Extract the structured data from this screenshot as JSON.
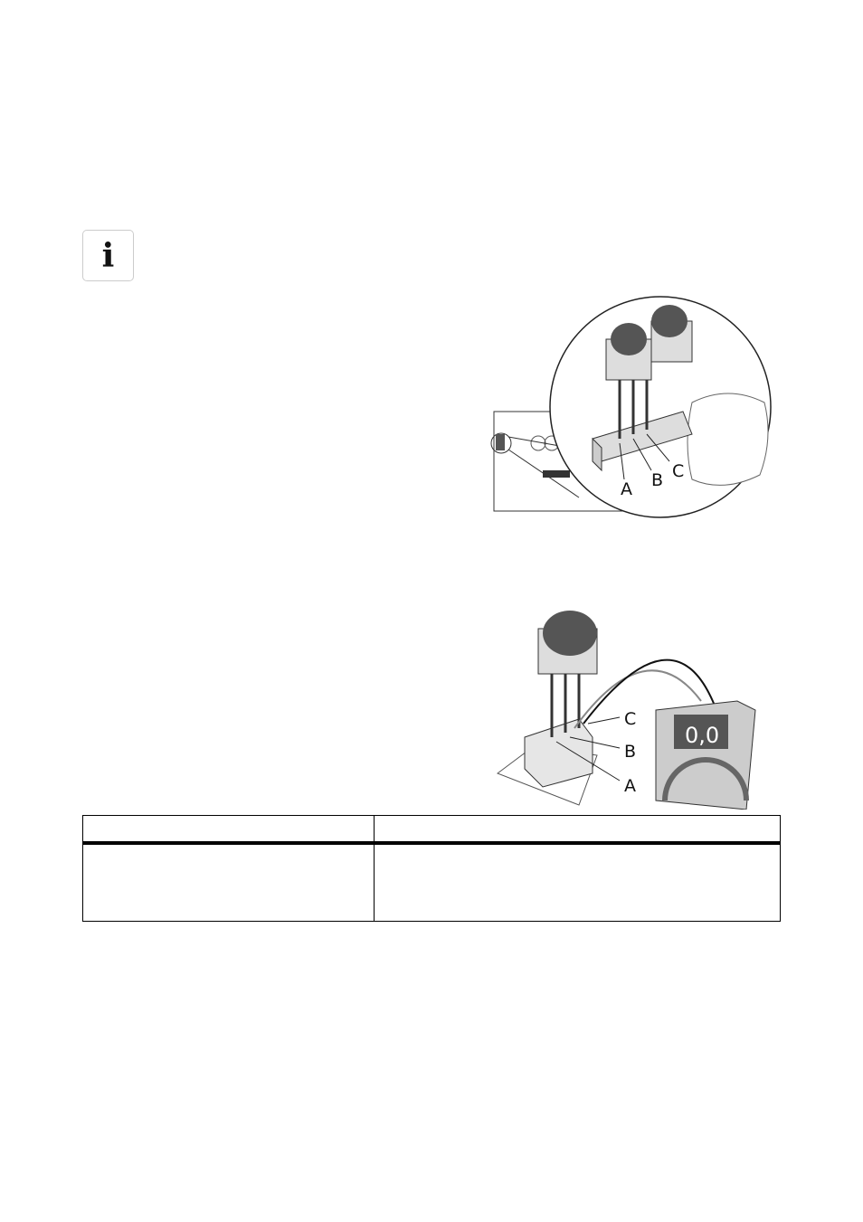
{
  "info_icon": "info-icon",
  "figure1": {
    "labels": [
      "A",
      "B",
      "C"
    ]
  },
  "figure2": {
    "labels": [
      "C",
      "B",
      "A"
    ],
    "display": "0,0"
  },
  "table": {
    "headers": [
      "",
      ""
    ],
    "rows": [
      [
        "",
        ""
      ]
    ]
  }
}
